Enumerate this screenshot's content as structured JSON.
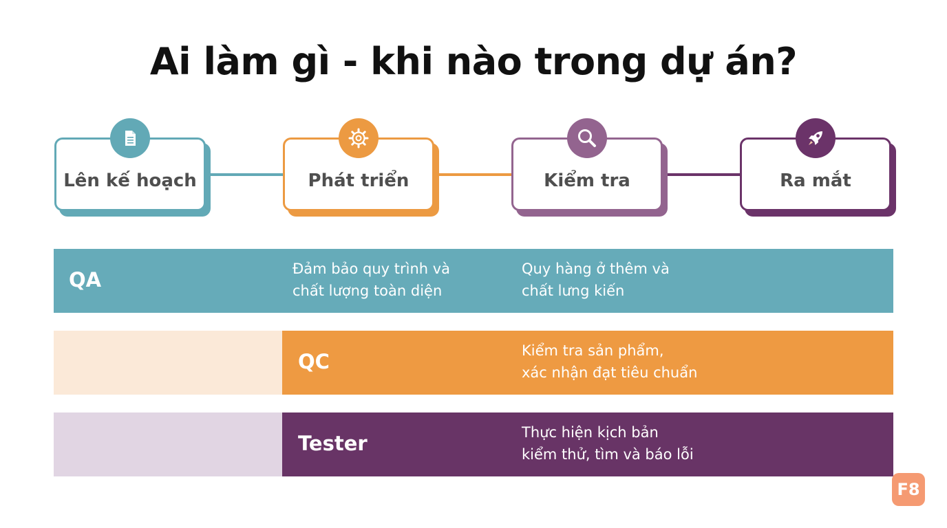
{
  "title": "Ai làm gì - khi nào trong dự án?",
  "stages": [
    {
      "label": "Lên kế hoạch",
      "icon": "document-icon",
      "color": "#62a9b6"
    },
    {
      "label": "Phát triển",
      "icon": "gear-icon",
      "color": "#ec9a42"
    },
    {
      "label": "Kiểm tra",
      "icon": "magnifier-icon",
      "color": "#93648f"
    },
    {
      "label": "Ra mắt",
      "icon": "rocket-icon",
      "color": "#6b3369"
    }
  ],
  "roles": [
    {
      "name": "QA",
      "color": "#66abb9",
      "descriptions": [
        "Đảm bảo quy trình và\nchất lượng toàn diện",
        "Quy hàng ở thêm và\nchất lưng kiến"
      ]
    },
    {
      "name": "QC",
      "color": "#ee9a42",
      "tint": "#fbe9d8",
      "descriptions": [
        "Kiểm tra sản phẩm,\nxác nhận đạt tiêu chuẩn"
      ]
    },
    {
      "name": "Tester",
      "color": "#683466",
      "tint": "#e1d5e3",
      "descriptions": [
        "Thực hiện kịch bản\nkiểm thử, tìm và báo lỗi"
      ]
    }
  ],
  "brand": {
    "badge": "F8",
    "color": "#f59a72"
  }
}
